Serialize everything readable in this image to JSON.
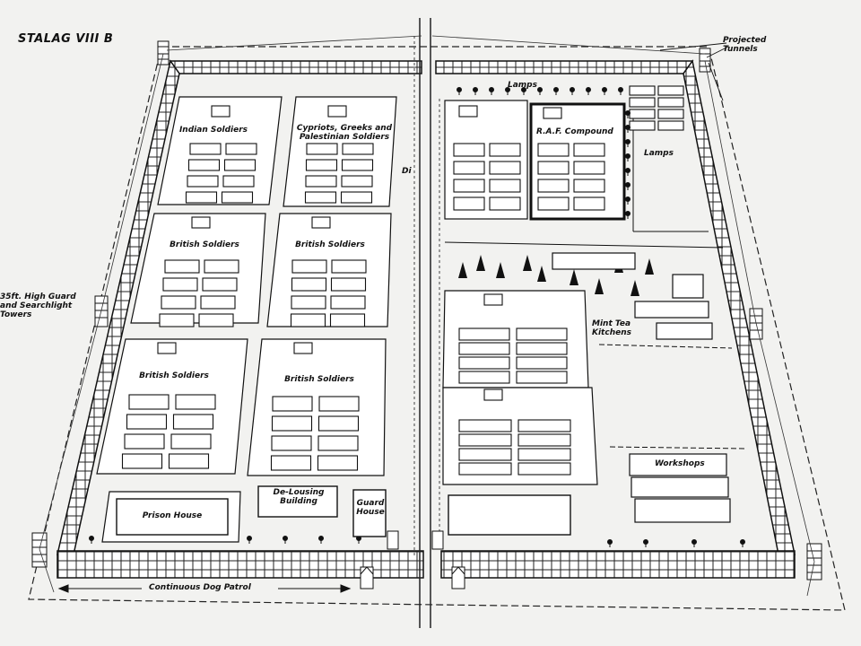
{
  "title": "STALAG VIII B",
  "labels": {
    "projected_tunnels": "Projected Tunnels",
    "lamps_top": "Lamps",
    "lamps_right": "Lamps",
    "raf_compound": "R.A.F. Compound",
    "indian": "Indian Soldiers",
    "cypriots": "Cypriots, Greeks and Palestinian Soldiers",
    "british_1": "British Soldiers",
    "british_2": "British Soldiers",
    "british_3": "British Soldiers",
    "british_4": "British Soldiers",
    "towers": "35ft. High Guard and Searchlight Towers",
    "mint_tea": "Mint Tea Kitchens",
    "workshops": "Workshops",
    "prison_house": "Prison House",
    "delousing": "De-Lousing Building",
    "guard_house": "Guard House",
    "dog_patrol": "Continuous Dog Patrol",
    "ditch": "Di"
  },
  "colors": {
    "ink": "#111111",
    "paper": "#f2f2f0",
    "fill": "#ffffff"
  }
}
